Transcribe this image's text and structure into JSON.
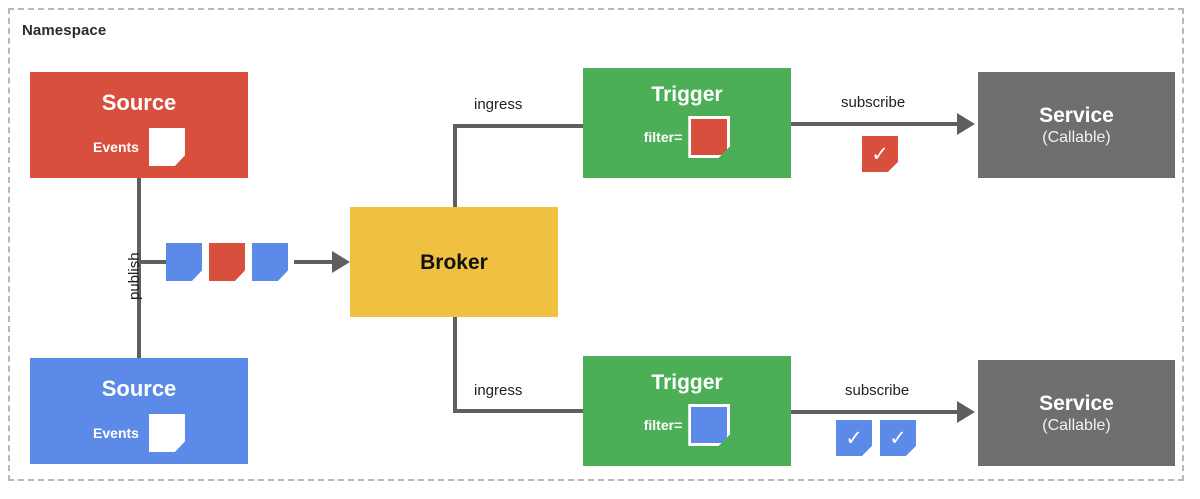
{
  "diagram": {
    "namespace_label": "Namespace",
    "nodes": {
      "source_red": {
        "title": "Source",
        "events_label": "Events",
        "color": "#d94f3d",
        "badge_color": "#ffffff"
      },
      "source_blue": {
        "title": "Source",
        "events_label": "Events",
        "color": "#5b8ae8",
        "badge_color": "#ffffff"
      },
      "broker": {
        "title": "Broker",
        "color": "#f0c040"
      },
      "trigger_top": {
        "title": "Trigger",
        "filter_label": "filter=",
        "color": "#4caf58",
        "filter_badge_color": "#d94f3d"
      },
      "trigger_bottom": {
        "title": "Trigger",
        "filter_label": "filter=",
        "color": "#4caf58",
        "filter_badge_color": "#5b8ae8"
      },
      "service_top": {
        "title": "Service",
        "subtitle": "(Callable)",
        "color": "#6e6e6e"
      },
      "service_bottom": {
        "title": "Service",
        "subtitle": "(Callable)",
        "color": "#6e6e6e"
      }
    },
    "edges": {
      "publish": "publish",
      "ingress_top": "ingress",
      "ingress_bottom": "ingress",
      "subscribe_top": "subscribe",
      "subscribe_bottom": "subscribe"
    },
    "event_stream": [
      {
        "color": "#5b8ae8"
      },
      {
        "color": "#d94f3d"
      },
      {
        "color": "#5b8ae8"
      }
    ],
    "delivered_events": {
      "top": [
        {
          "color": "#d94f3d",
          "mark": "✓"
        }
      ],
      "bottom": [
        {
          "color": "#5b8ae8",
          "mark": "✓"
        },
        {
          "color": "#5b8ae8",
          "mark": "✓"
        }
      ]
    },
    "colors": {
      "red": "#d94f3d",
      "blue": "#5b8ae8",
      "green": "#4caf58",
      "yellow": "#f0c040",
      "gray": "#6e6e6e",
      "connector": "#5f5f5f",
      "frame": "#b8b8b8"
    }
  }
}
